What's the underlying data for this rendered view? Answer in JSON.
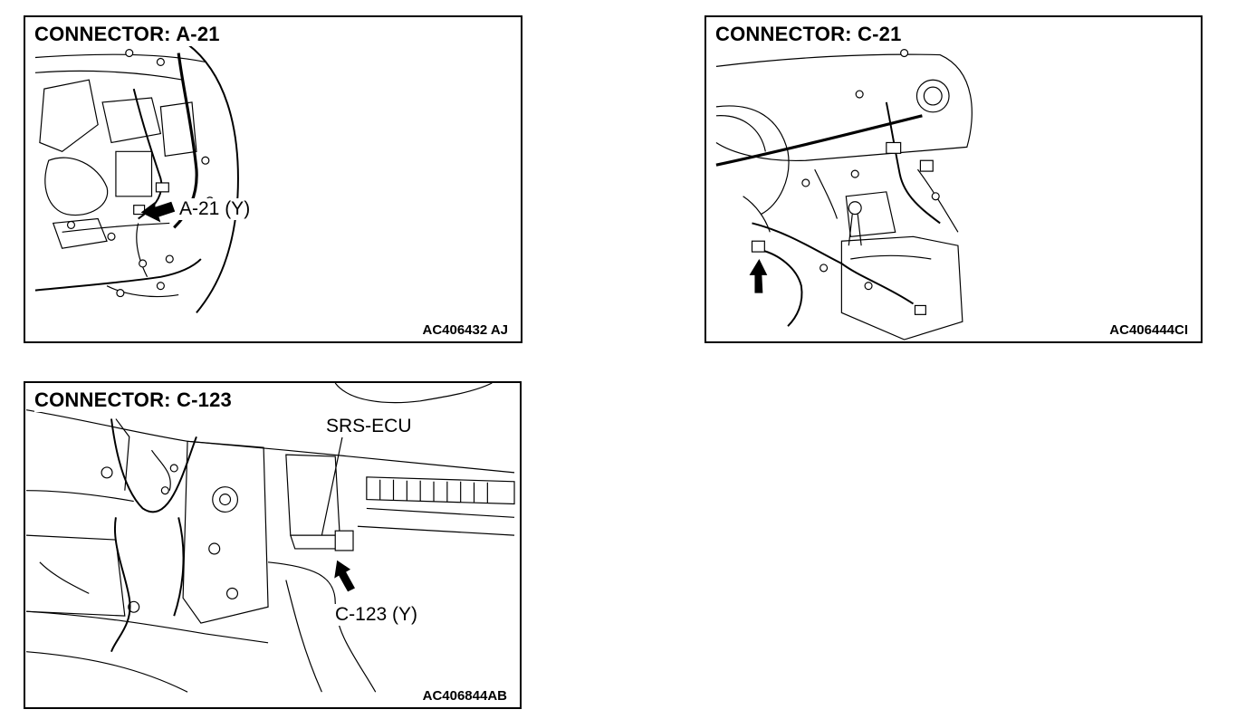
{
  "panels": [
    {
      "title": "CONNECTOR: A-21",
      "callouts": [
        "A-21 (Y)"
      ],
      "code": "AC406432 AJ"
    },
    {
      "title": "CONNECTOR: C-21",
      "callouts": [],
      "code": "AC406444CI"
    },
    {
      "title": "CONNECTOR: C-123",
      "callouts": [
        "SRS-ECU",
        "C-123 (Y)"
      ],
      "code": "AC406844AB"
    }
  ],
  "icons": {
    "pointer": "arrow-icon"
  }
}
